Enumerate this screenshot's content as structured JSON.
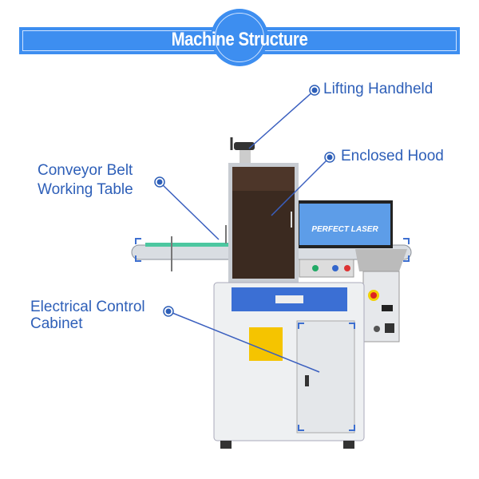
{
  "header": {
    "title": "Machine Structure"
  },
  "labels": {
    "lifting_handheld": "Lifting Handheld",
    "enclosed_hood": "Enclosed Hood",
    "conveyor_line1": "Conveyor Belt",
    "conveyor_line2": "Working Table",
    "cabinet_line1": "Electrical Control",
    "cabinet_line2": "Cabinet"
  },
  "monitor": {
    "brand_text": "PERFECT LASER"
  },
  "colors": {
    "accent": "#3d8ef0",
    "label": "#2e5fb8"
  }
}
